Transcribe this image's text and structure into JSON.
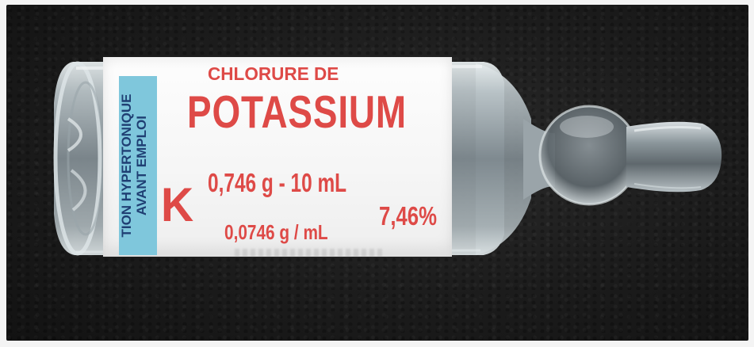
{
  "scene": {
    "description_free": true,
    "background_color": "#1c1c1c",
    "glass_color": "#c9d2d6"
  },
  "label": {
    "band": {
      "line1": "TION HYPERTONIQUE",
      "line2": "AVANT EMPLOI",
      "color": "#7fc7dc",
      "text_color": "#1f3f73"
    },
    "heading_small": "CHLORURE DE",
    "heading_large": "POTASSIUM",
    "symbol": "K",
    "dose": "0,746 g - 10 mL",
    "concentration": "0,0746 g / mL",
    "percent": "7,46%",
    "text_color": "#de4a47"
  }
}
